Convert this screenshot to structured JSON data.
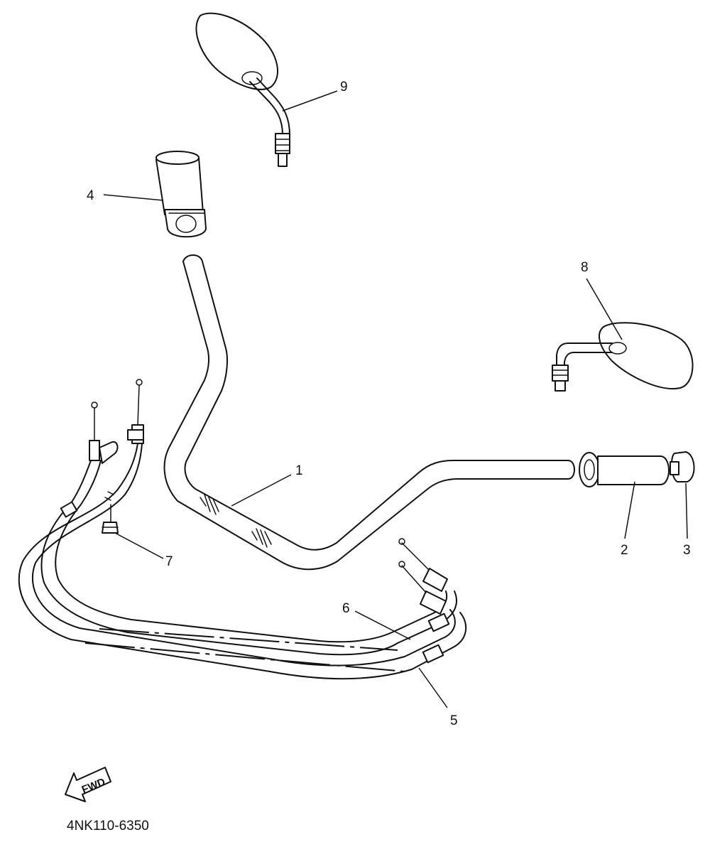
{
  "diagram": {
    "callouts": [
      {
        "id": "1",
        "label": "1"
      },
      {
        "id": "2",
        "label": "2"
      },
      {
        "id": "3",
        "label": "3"
      },
      {
        "id": "4",
        "label": "4"
      },
      {
        "id": "5",
        "label": "5"
      },
      {
        "id": "6",
        "label": "6"
      },
      {
        "id": "7",
        "label": "7"
      },
      {
        "id": "8",
        "label": "8"
      },
      {
        "id": "9",
        "label": "9"
      }
    ],
    "direction_arrow": {
      "label": "FWD",
      "icon": "fwd-arrow-icon"
    },
    "drawing_code": "4NK110-6350"
  }
}
